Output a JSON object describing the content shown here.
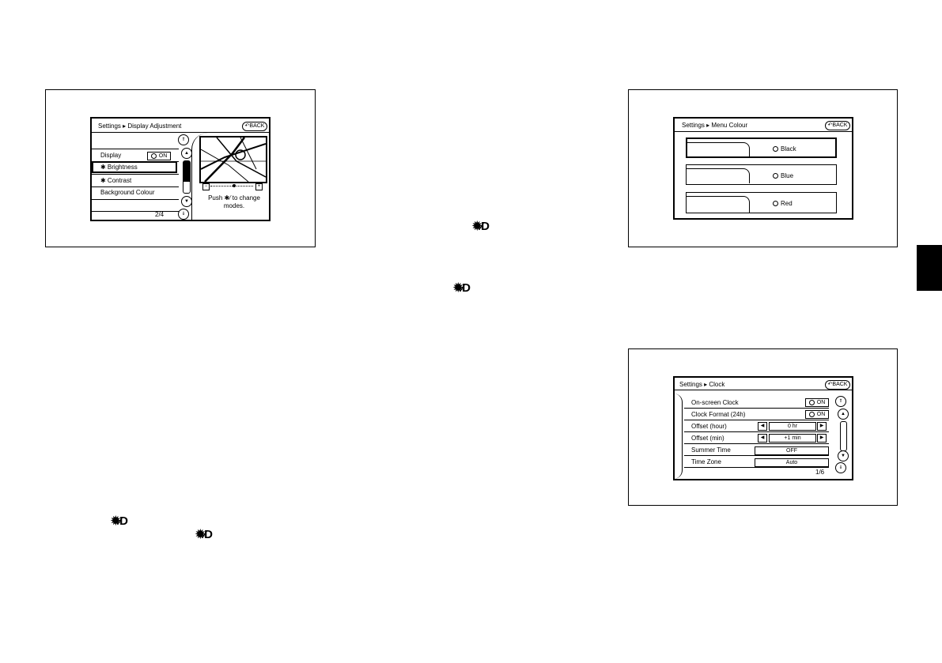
{
  "display_screen": {
    "breadcrumb": "Settings ▸ Display Adjustment",
    "back_label": "BACK",
    "items": [
      {
        "label": "Display",
        "value": "ON"
      },
      {
        "label": "✱ Brightness"
      },
      {
        "label": "✱ Contrast"
      },
      {
        "label": "Background Colour"
      }
    ],
    "page": "2/4",
    "hint": "Push ✱⁄ to change modes.",
    "slider_level": 0.55
  },
  "menu_colour_screen": {
    "breadcrumb": "Settings ▸ Menu Colour",
    "back_label": "BACK",
    "options": [
      "Black",
      "Blue",
      "Red"
    ]
  },
  "clock_screen": {
    "breadcrumb": "Settings ▸ Clock",
    "back_label": "BACK",
    "rows": [
      {
        "label": "On-screen Clock",
        "value": "ON"
      },
      {
        "label": "Clock Format (24h)",
        "value": "ON"
      },
      {
        "label": "Offset (hour)",
        "value": "0 hr"
      },
      {
        "label": "Offset (min)",
        "value": "+1 min"
      },
      {
        "label": "Summer Time",
        "value": "OFF"
      },
      {
        "label": "Time Zone",
        "value": "Auto"
      }
    ],
    "page": "1/6"
  },
  "icons": {
    "day_night_symbol": "✹⁄D"
  }
}
